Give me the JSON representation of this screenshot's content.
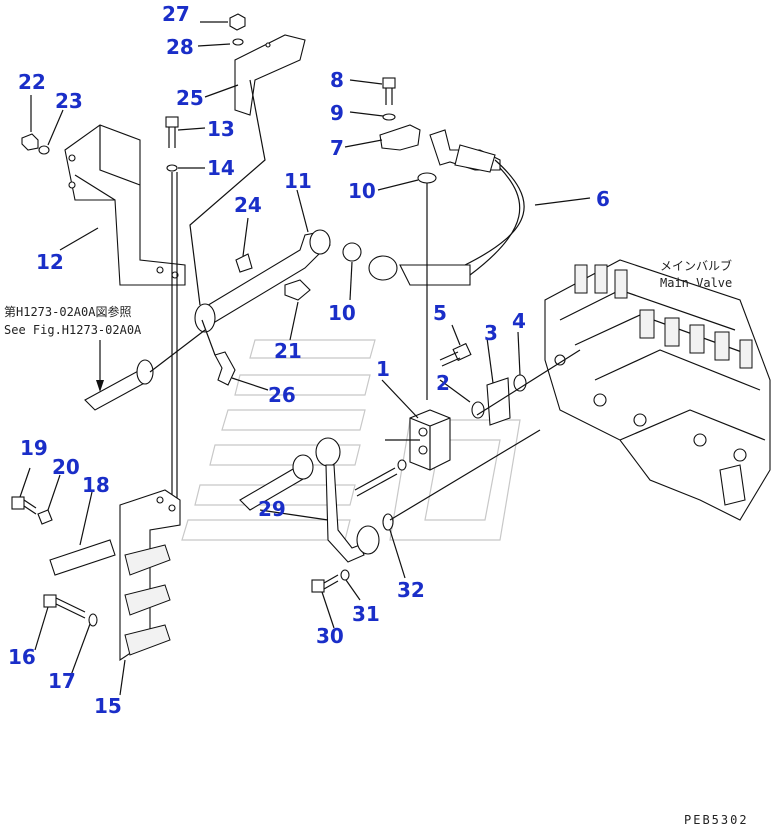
{
  "labels": {
    "p1": "1",
    "p2": "2",
    "p3": "3",
    "p4": "4",
    "p5": "5",
    "p6": "6",
    "p7": "7",
    "p8": "8",
    "p9": "9",
    "p10a": "10",
    "p10b": "10",
    "p11": "11",
    "p12": "12",
    "p13": "13",
    "p14": "14",
    "p15": "15",
    "p16": "16",
    "p17": "17",
    "p18": "18",
    "p19": "19",
    "p20": "20",
    "p21": "21",
    "p22": "22",
    "p23": "23",
    "p24": "24",
    "p25": "25",
    "p26": "26",
    "p27": "27",
    "p28": "28",
    "p29": "29",
    "p30": "30",
    "p31": "31",
    "p32": "32"
  },
  "reference_note": {
    "line1": "第H1273-02A0A図参照",
    "line2": "See Fig.H1273-02A0A"
  },
  "main_valve": {
    "label_jp": "メインバルブ",
    "label_en": "Main Valve"
  },
  "drawing_code": "PEB5302",
  "colors": {
    "label": "#1a2ec8",
    "line": "#111111",
    "watermark": "#c8c8c8"
  }
}
